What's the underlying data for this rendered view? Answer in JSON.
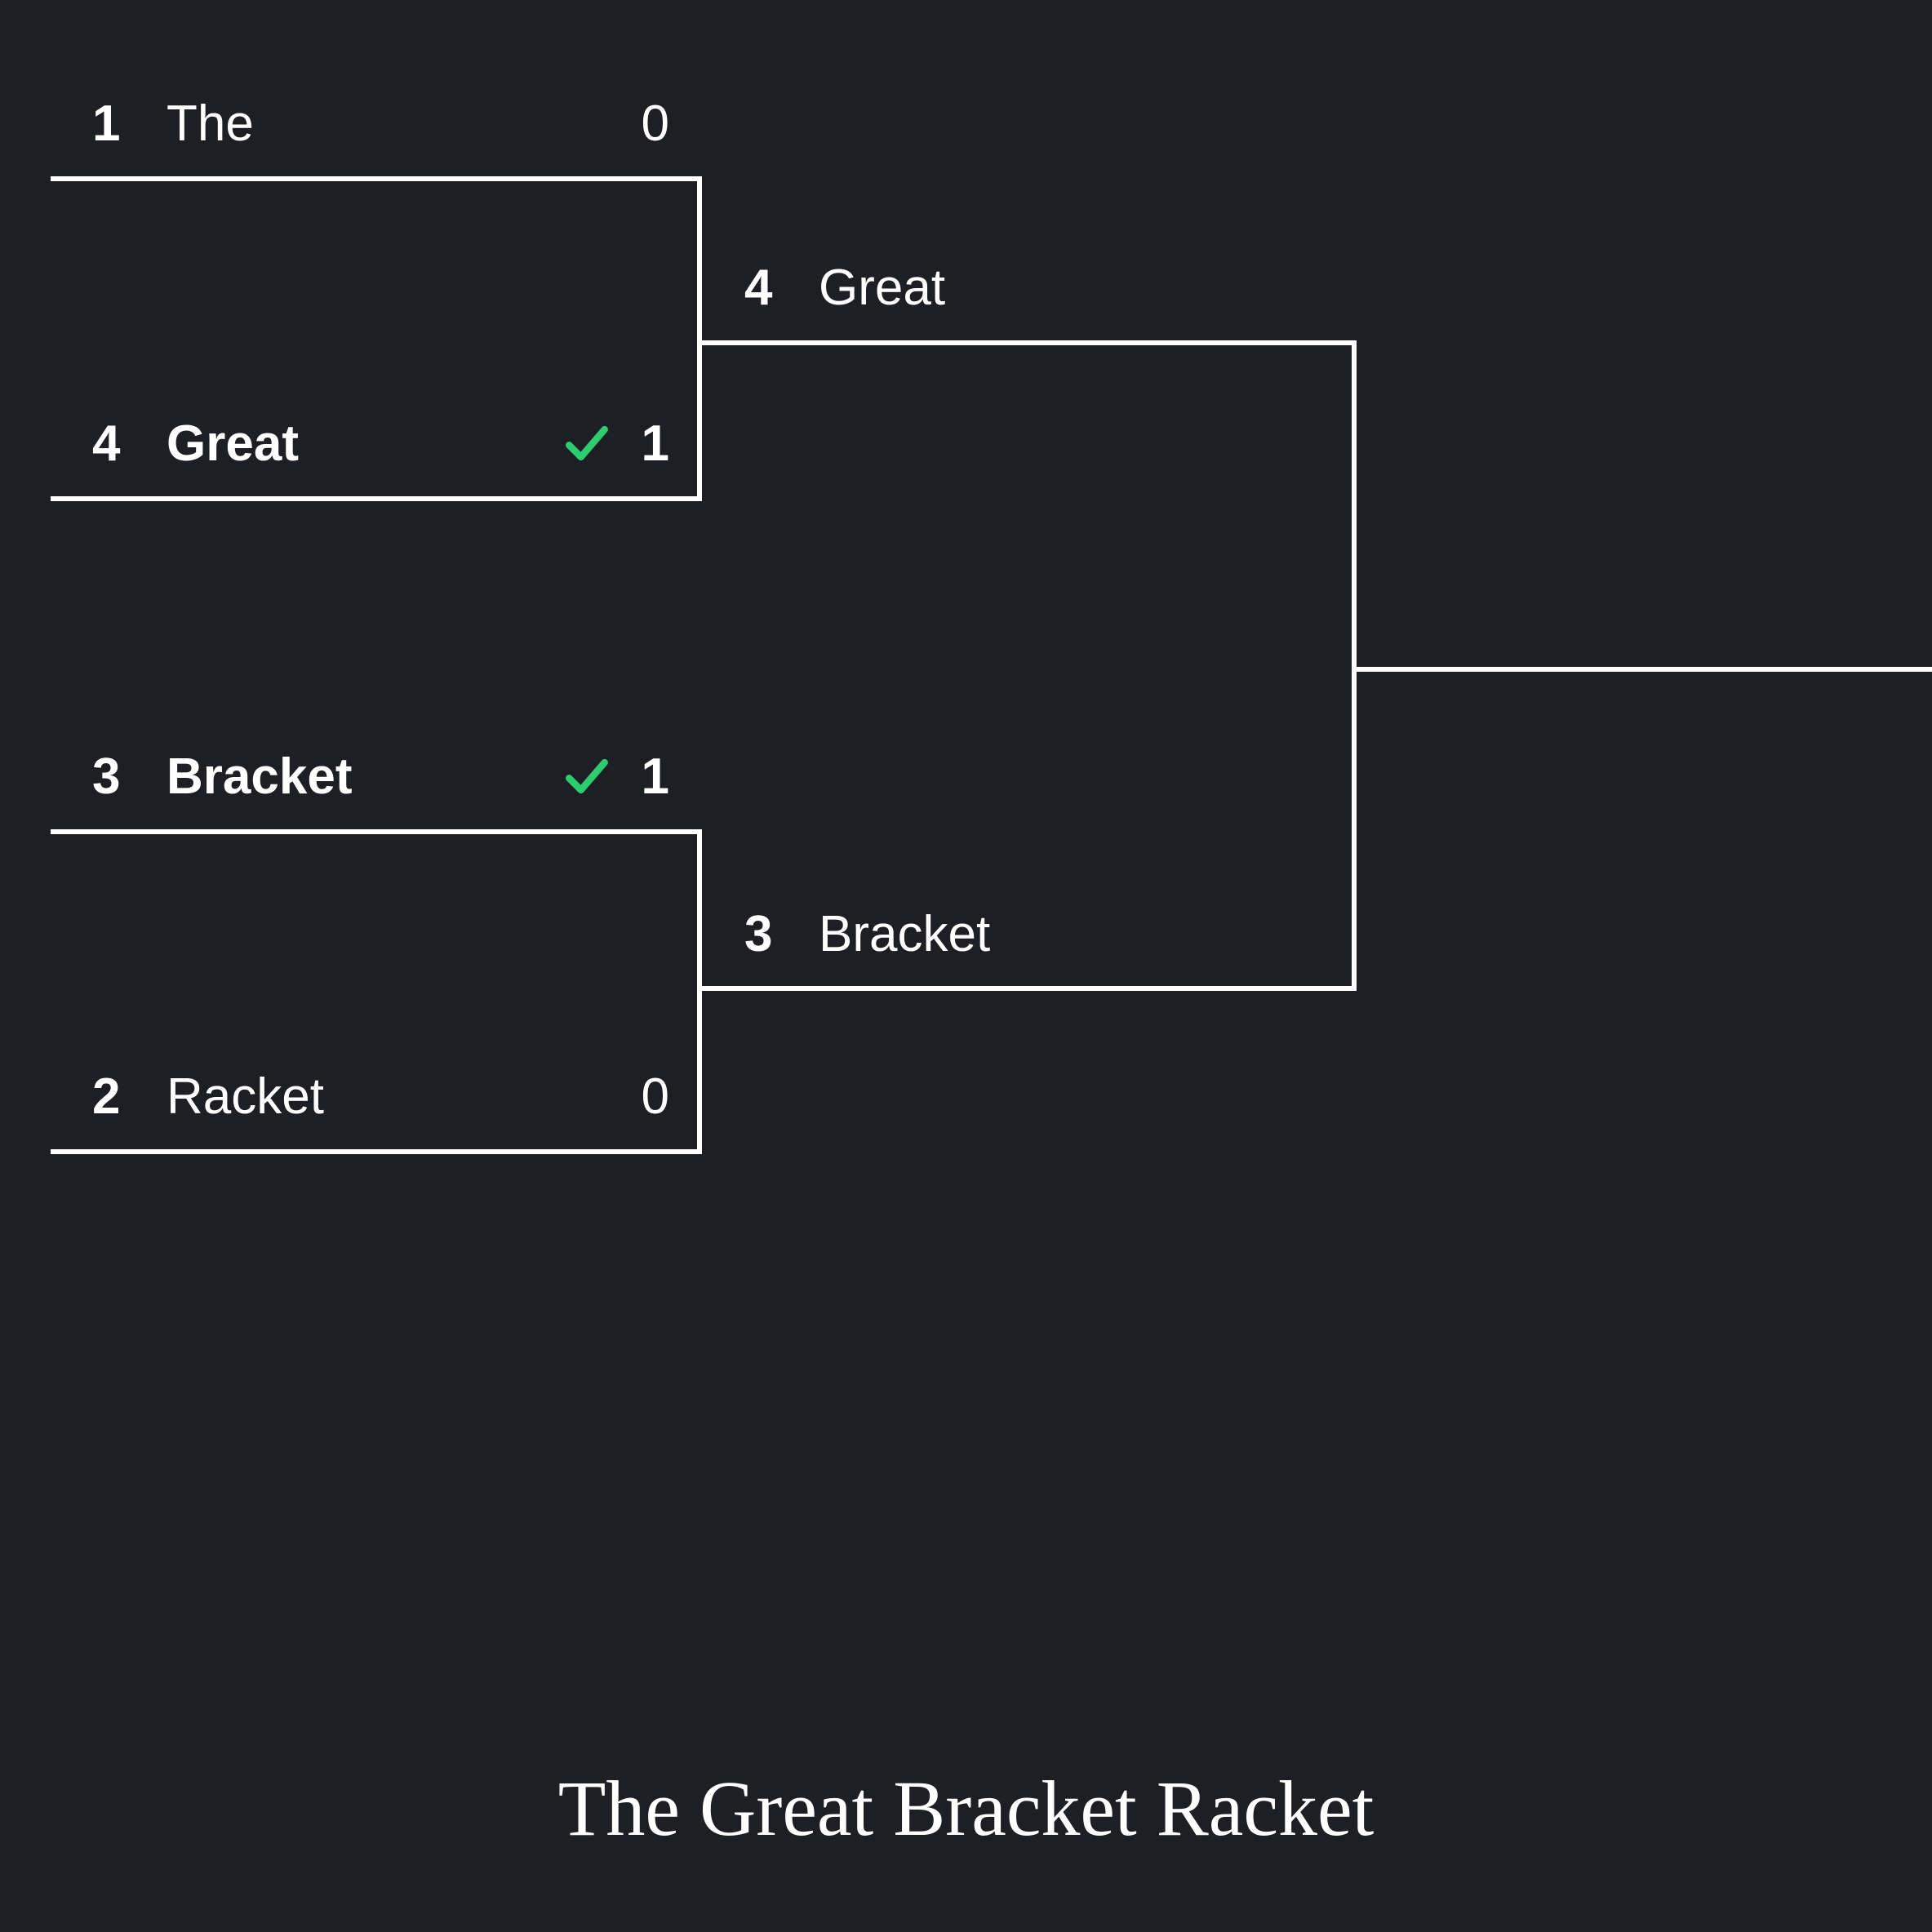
{
  "title": "The Great Bracket Racket",
  "colors": {
    "background": "#1e1f24",
    "line": "#ffffff",
    "win_check": "#2ecc71"
  },
  "rounds": [
    {
      "matches": [
        {
          "teams": [
            {
              "seed": "1",
              "name": "The",
              "score": "0",
              "winner": false
            },
            {
              "seed": "4",
              "name": "Great",
              "score": "1",
              "winner": true
            }
          ]
        },
        {
          "teams": [
            {
              "seed": "3",
              "name": "Bracket",
              "score": "1",
              "winner": true
            },
            {
              "seed": "2",
              "name": "Racket",
              "score": "0",
              "winner": false
            }
          ]
        }
      ]
    },
    {
      "matches": [
        {
          "teams": [
            {
              "seed": "4",
              "name": "Great"
            },
            {
              "seed": "3",
              "name": "Bracket"
            }
          ]
        }
      ]
    }
  ]
}
